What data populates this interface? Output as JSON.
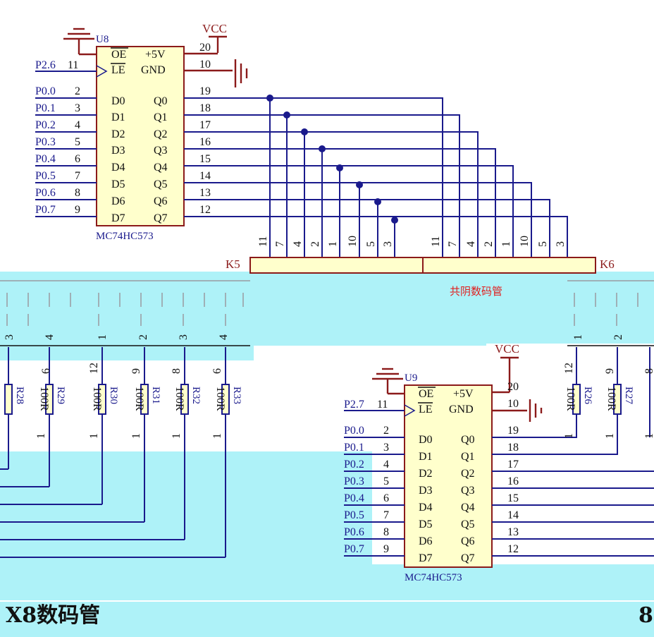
{
  "u8": {
    "ref": "U8",
    "part": "MC74HC573",
    "vcc": "VCC",
    "pin_left_names": [
      "OE",
      "LE",
      "D0",
      "D1",
      "D2",
      "D3",
      "D4",
      "D5",
      "D6",
      "D7"
    ],
    "pin_right_names": [
      "+5V",
      "GND",
      "Q0",
      "Q1",
      "Q2",
      "Q3",
      "Q4",
      "Q5",
      "Q6",
      "Q7"
    ],
    "left_pins": [
      "11",
      "2",
      "3",
      "4",
      "5",
      "6",
      "7",
      "8",
      "9"
    ],
    "right_pins": [
      "20",
      "10",
      "19",
      "18",
      "17",
      "16",
      "15",
      "14",
      "13",
      "12"
    ],
    "nets": [
      "P2.6",
      "P0.0",
      "P0.1",
      "P0.2",
      "P0.3",
      "P0.4",
      "P0.5",
      "P0.6",
      "P0.7"
    ]
  },
  "u9": {
    "ref": "U9",
    "part": "MC74HC573",
    "vcc": "VCC",
    "pin_left_names": [
      "OE",
      "LE",
      "D0",
      "D1",
      "D2",
      "D3",
      "D4",
      "D5",
      "D6",
      "D7"
    ],
    "pin_right_names": [
      "+5V",
      "GND",
      "Q0",
      "Q1",
      "Q2",
      "Q3",
      "Q4",
      "Q5",
      "Q6",
      "Q7"
    ],
    "left_pins": [
      "11",
      "2",
      "3",
      "4",
      "5",
      "6",
      "7",
      "8",
      "9"
    ],
    "right_pins": [
      "20",
      "10",
      "19",
      "18",
      "17",
      "16",
      "15",
      "14",
      "13",
      "12"
    ],
    "nets": [
      "P2.7",
      "P0.0",
      "P0.1",
      "P0.2",
      "P0.3",
      "P0.4",
      "P0.5",
      "P0.6",
      "P0.7"
    ]
  },
  "display": {
    "k5": "K5",
    "k6": "K6",
    "pins_k5": [
      "11",
      "7",
      "4",
      "2",
      "1",
      "10",
      "5",
      "3"
    ],
    "pins_k6": [
      "11",
      "7",
      "4",
      "2",
      "1",
      "10",
      "5",
      "3"
    ],
    "common_cathode_label": "共阴数码管"
  },
  "resistors": {
    "left": [
      {
        "ref": "R28",
        "value": ""
      },
      {
        "ref": "R29",
        "value": "100R"
      },
      {
        "ref": "R30",
        "value": "100R"
      },
      {
        "ref": "R31",
        "value": "100R"
      },
      {
        "ref": "R32",
        "value": "100R"
      },
      {
        "ref": "R33",
        "value": "100R"
      }
    ],
    "right": [
      {
        "ref": "R26",
        "value": "100R"
      },
      {
        "ref": "R27",
        "value": "100R"
      }
    ],
    "top_pins_left": [
      "",
      "6",
      "12",
      "9",
      "8",
      "6"
    ],
    "top_pins_right": [
      "12",
      "9",
      "8"
    ],
    "bottom_pin": "1"
  },
  "fragments": {
    "digit_row_left": [
      "3",
      "4",
      "1",
      "2",
      "3",
      "4"
    ],
    "digit_row_right": [
      "1",
      "2"
    ]
  },
  "footer": {
    "title": "X8数码管",
    "page_fragment": "8"
  }
}
